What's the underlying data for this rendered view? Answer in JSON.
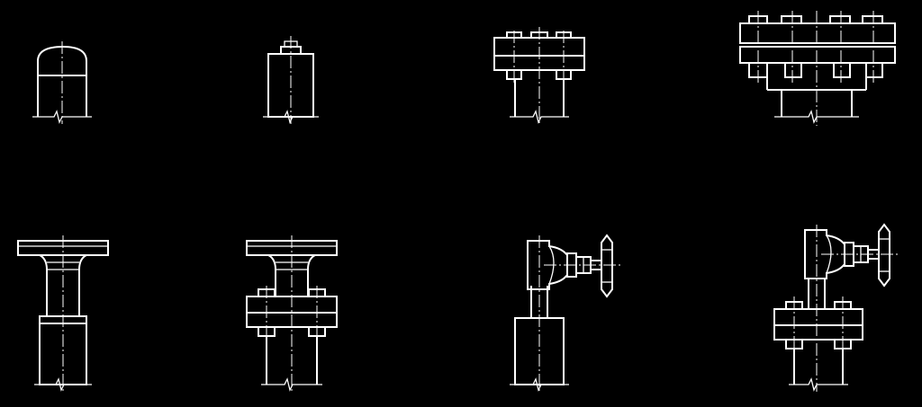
{
  "figure": {
    "background": "#000000",
    "line_color": "#ffffff",
    "rows": 2,
    "columns": 4,
    "items": [
      {
        "name": "dome-end-cap"
      },
      {
        "name": "plug-with-nut"
      },
      {
        "name": "bolted-flange-joint"
      },
      {
        "name": "double-bolted-flange-joint"
      },
      {
        "name": "flanged-riser-on-sleeve"
      },
      {
        "name": "flanged-riser-with-bolted-flange"
      },
      {
        "name": "angle-valve-with-handwheel"
      },
      {
        "name": "angle-valve-on-bolted-flange"
      }
    ]
  }
}
